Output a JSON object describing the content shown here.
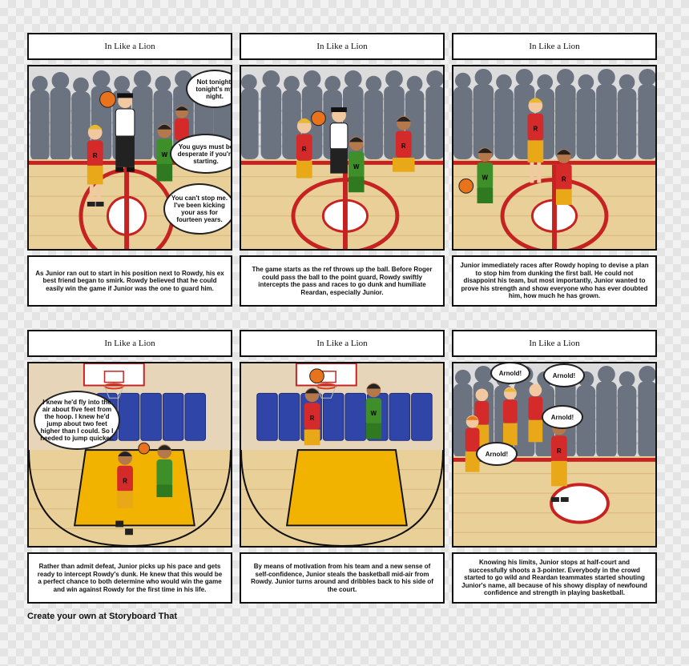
{
  "panels": [
    {
      "title": "In Like a Lion",
      "bubbles": [
        "Not tonight, tonight's my night.",
        "You guys must be desperate if you're starting.",
        "You can't stop me. I've been kicking your ass for fourteen years."
      ],
      "caption": "As Junior ran out to start in his position next to Rowdy, his ex best friend began to smirk. Rowdy believed that he could easily win the game if Junior was the one to guard him."
    },
    {
      "title": "In Like a Lion",
      "bubbles": [],
      "caption": "The game starts as the ref throws up the ball. Before Roger could pass the ball to the point guard, Rowdy swiftly intercepts the pass and races to go dunk and humiliate Reardan, especially Junior."
    },
    {
      "title": "In Like a Lion",
      "bubbles": [],
      "caption": "Junior immediately races after Rowdy hoping to devise a plan to stop him from dunking the first ball. He could not disappoint his team, but most importantly, Junior wanted to prove his strength and show everyone who has ever doubted him, how much he has grown."
    },
    {
      "title": "In Like a Lion",
      "bubbles": [
        "I knew he'd fly into the air about five feet from the hoop. I knew he'd jump about two feet higher than I could. So I needed to jump quicker."
      ],
      "caption": "Rather than admit defeat, Junior picks up his pace and gets ready to intercept Rowdy's dunk. He knew that this would be a perfect chance to both determine who would win the game and win against Rowdy for the first time in his life."
    },
    {
      "title": "In Like a Lion",
      "bubbles": [],
      "caption": "By means of motivation from his team and a new sense of self-confidence, Junior steals the basketball mid-air from Rowdy. Junior turns around and dribbles back to his side of the court."
    },
    {
      "title": "In Like a Lion",
      "bubbles": [
        "Arnold!",
        "Arnold!",
        "Arnold!",
        "Arnold!"
      ],
      "caption": "Knowing his limits, Junior stops at half-court and successfully shoots a 3-pointer. Everybody in the crowd started to go wild and Reardan teammates started shouting Junior's name, all because of his showy display of newfound confidence and strength in playing basketball."
    }
  ],
  "jersey_letters": {
    "reardan": "R",
    "wellpinit": "W"
  },
  "footer": {
    "credit": "Create your own at Storyboard That"
  },
  "colors": {
    "reardan_red": "#d42a2a",
    "wellpinit_green": "#3e8e2a",
    "shorts_gold": "#e8a818",
    "crowd_gray": "#6b7280",
    "court_wood": "#e9cf98",
    "paint_gold": "#f2b200",
    "pad_blue": "#2f45a8"
  }
}
